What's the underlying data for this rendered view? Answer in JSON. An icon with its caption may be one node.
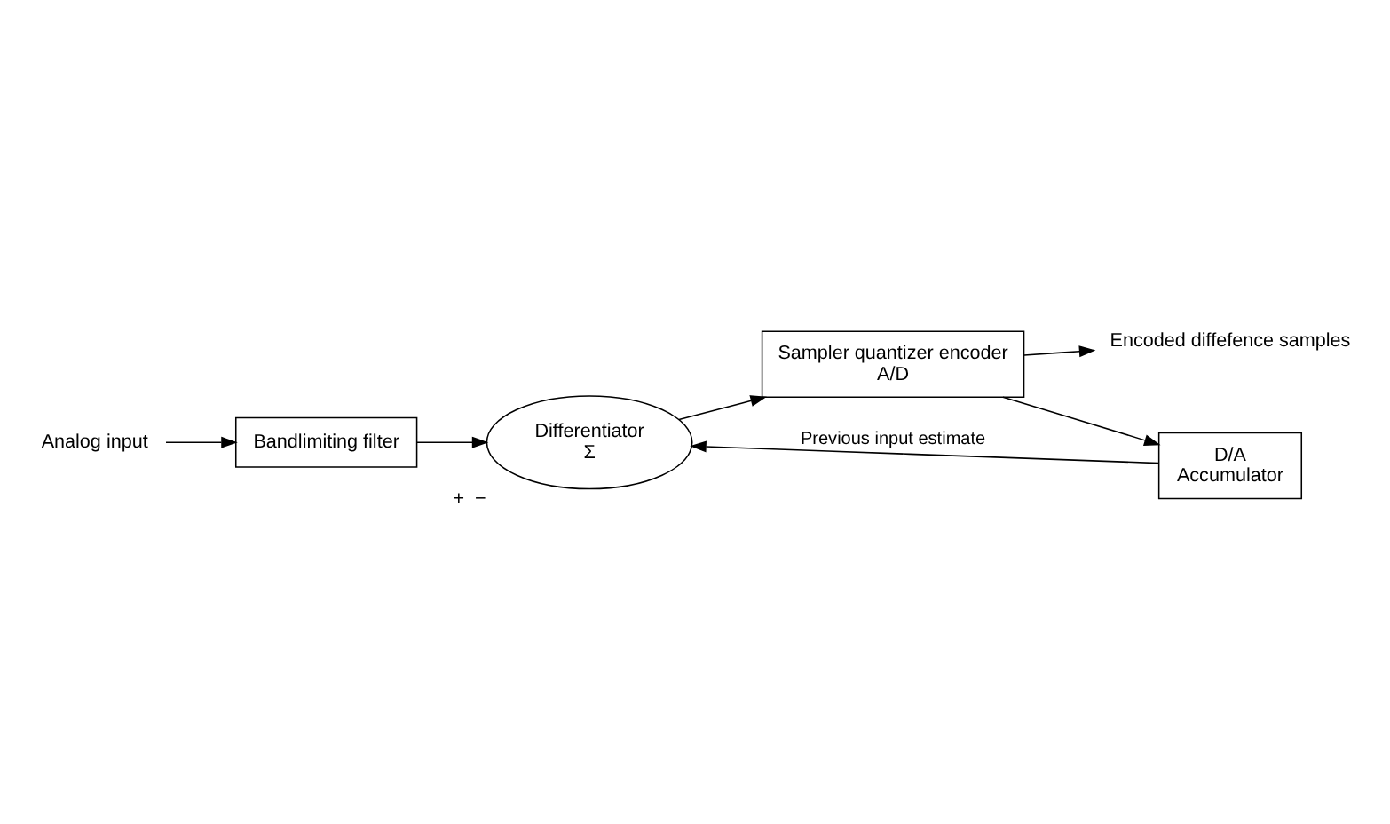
{
  "diagram": {
    "nodes": [
      {
        "text": [
          "Analog input"
        ]
      },
      {
        "text": [
          "Bandlimiting filter"
        ]
      },
      {
        "text": [
          "Differentiator",
          "Σ"
        ],
        "beside": [
          "+",
          "−"
        ]
      },
      {
        "text": [
          "Sampler quantizer encoder",
          "A/D"
        ]
      },
      {
        "text": [
          "Encoded diffefence samples"
        ]
      },
      {
        "text": [
          "D/A",
          "Accumulator"
        ]
      }
    ],
    "edges": [
      {
        "from": 0,
        "to": 1,
        "arrow": "to"
      },
      {
        "from": 1,
        "to": 2,
        "arrow": "to"
      },
      {
        "from": 2,
        "to": 3,
        "arrow": "to"
      },
      {
        "from": 3,
        "to": 4,
        "arrow": "to"
      },
      {
        "from": 3,
        "to": 5,
        "arrow": "to"
      },
      {
        "from": 5,
        "to": 2,
        "arrow": "to",
        "label": "Previous input estimate"
      }
    ]
  }
}
